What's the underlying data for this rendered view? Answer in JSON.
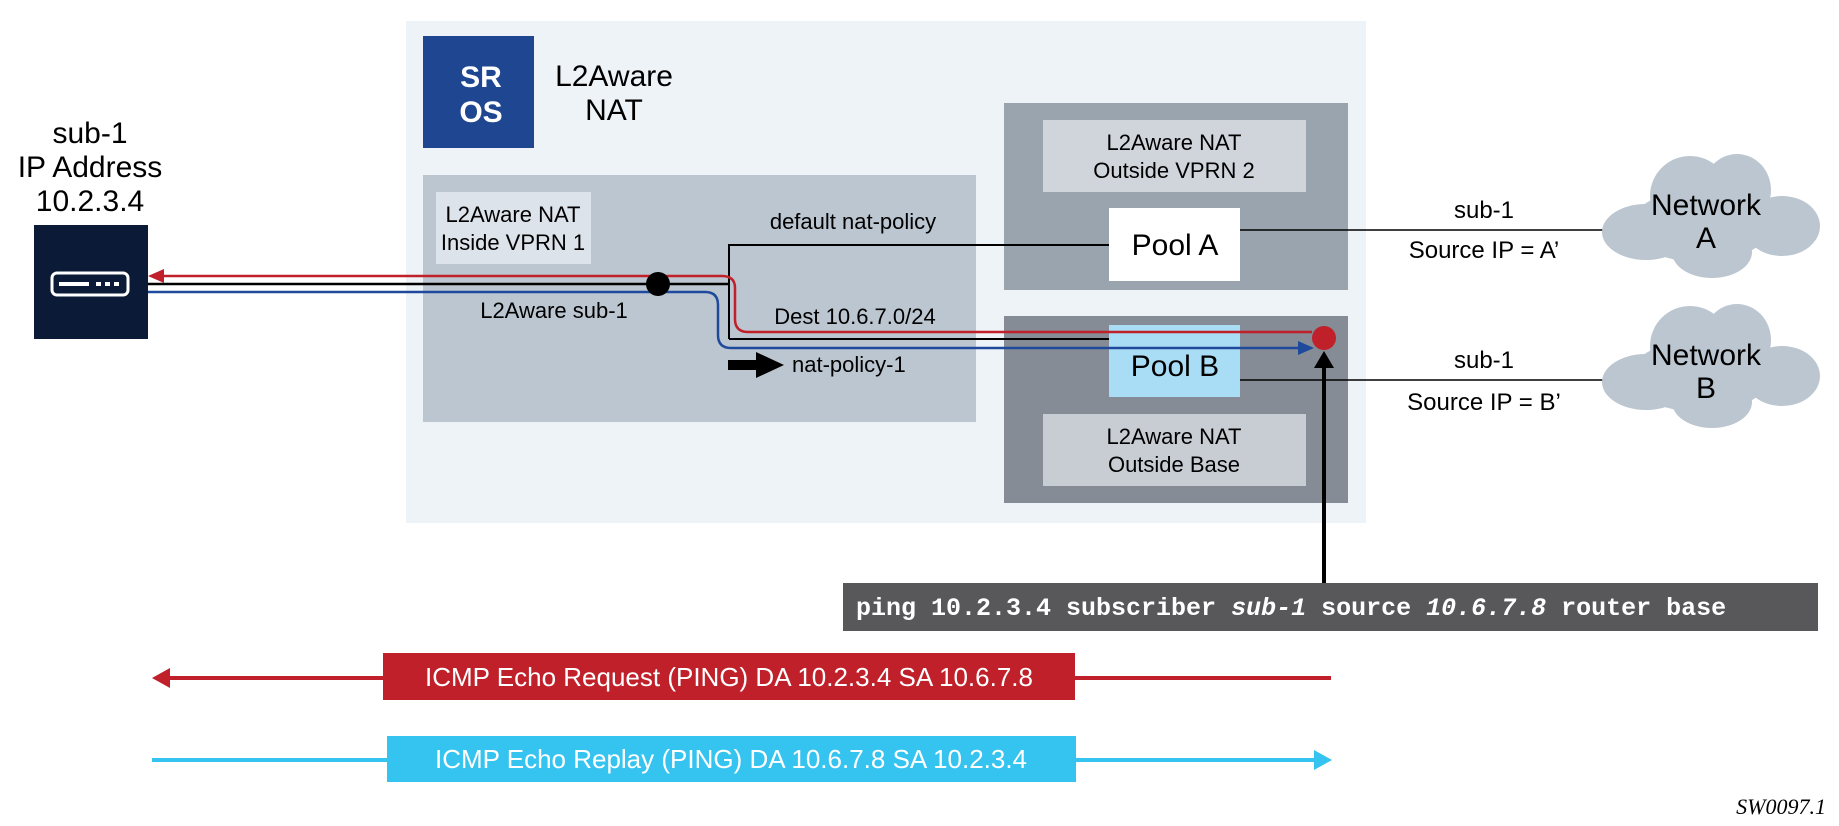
{
  "subscriber": {
    "name": "sub-1",
    "label": "IP Address",
    "ip": "10.2.3.4",
    "icon": "router-device-icon"
  },
  "router": {
    "logo_line1": "SR",
    "logo_line2": "OS",
    "title_line1": "L2Aware",
    "title_line2": "NAT"
  },
  "inside_vprn": {
    "label_line1": "L2Aware NAT",
    "label_line2": "Inside VPRN 1",
    "sub_label": "L2Aware sub-1",
    "default_policy": "default nat-policy",
    "dest_prefix": "Dest 10.6.7.0/24",
    "policy_name": "nat-policy-1"
  },
  "outside_vprn2": {
    "label_line1": "L2Aware NAT",
    "label_line2": "Outside VPRN 2",
    "pool": "Pool A"
  },
  "outside_base": {
    "label_line1": "L2Aware NAT",
    "label_line2": "Outside Base",
    "pool": "Pool B"
  },
  "links": [
    {
      "top": "sub-1",
      "bottom": "Source IP = A’"
    },
    {
      "top": "sub-1",
      "bottom": "Source IP = B’"
    }
  ],
  "networks": [
    {
      "line1": "Network",
      "line2": "A"
    },
    {
      "line1": "Network",
      "line2": "B"
    }
  ],
  "command": {
    "p1": "ping 10.2.3.4 subscriber ",
    "p2": "sub-1",
    "p3": " source ",
    "p4": "10.6.7.8",
    "p5": " router base"
  },
  "flows": {
    "request": "ICMP Echo Request (PING) DA 10.2.3.4 SA 10.6.7.8",
    "reply": "ICMP Echo Replay (PING) DA 10.6.7.8 SA 10.2.3.4"
  },
  "colors": {
    "request": "#c0202a",
    "reply": "#35c4f0",
    "blue_path": "#1f4a9c",
    "logo": "#1f4690",
    "device": "#0b1a36"
  },
  "figure_id": "SW0097.1"
}
